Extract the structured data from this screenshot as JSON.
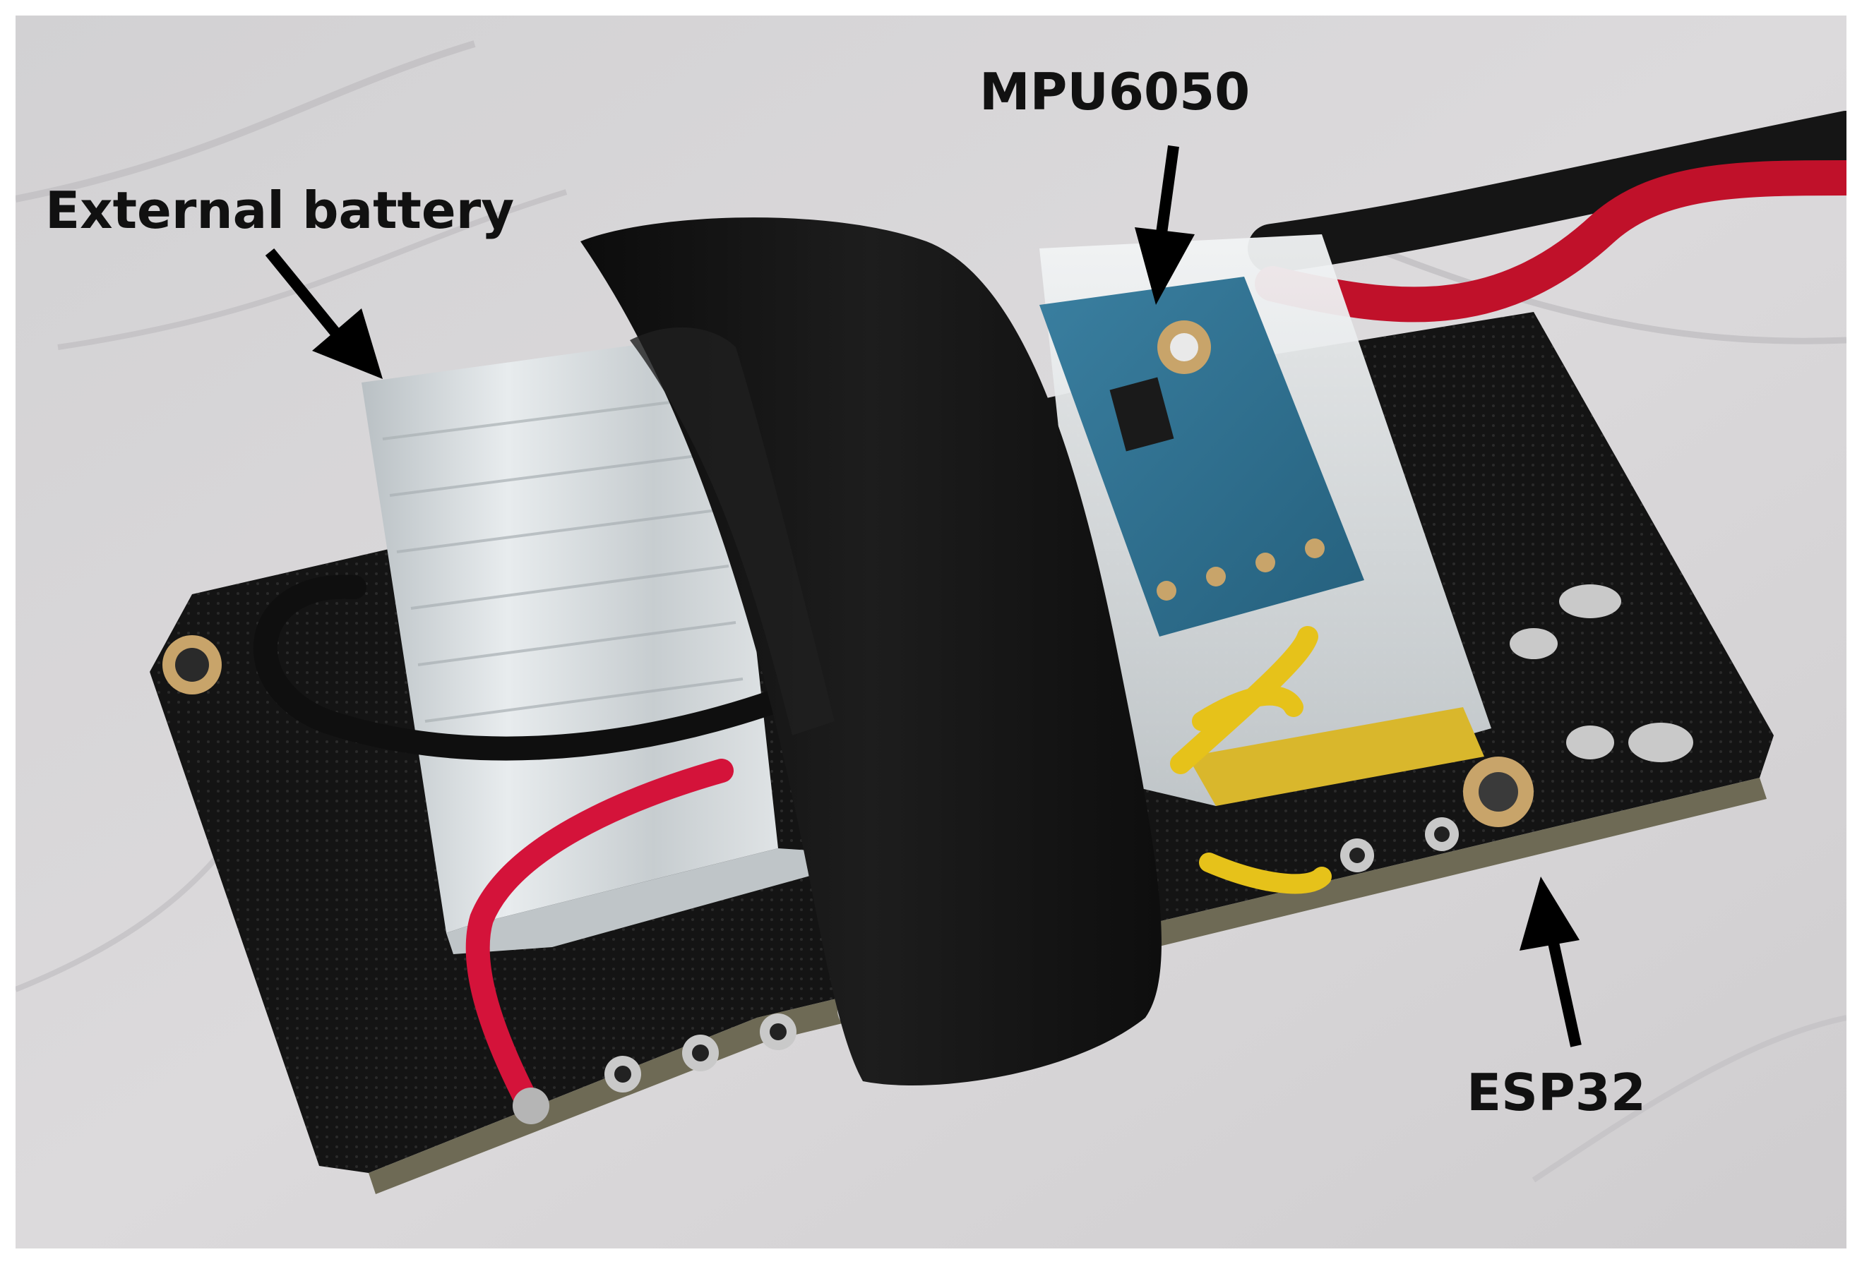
{
  "figure": {
    "labels": {
      "mpu": "MPU6050",
      "battery": "External battery",
      "esp": "ESP32"
    },
    "colors": {
      "background": "#d9d7d9",
      "pcb": "#141414",
      "strap": "#111111",
      "battery": "#d8dde0",
      "sensor_board": "#2f6f8f",
      "red_wire": "#c8102e",
      "yellow_wire": "#e6c21a",
      "pad_gold": "#c8a46a",
      "arrow": "#000000"
    }
  }
}
